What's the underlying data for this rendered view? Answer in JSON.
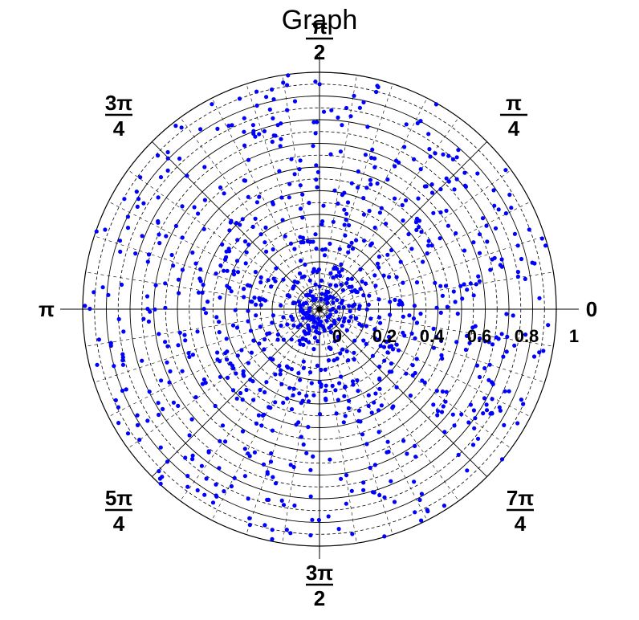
{
  "chart_data": {
    "type": "scatter",
    "coordinate_system": "polar",
    "title": "Graph",
    "radial_axis": {
      "range": [
        0,
        1
      ],
      "tick_labels": [
        "0",
        "0.2",
        "0.4",
        "0.6",
        "0.8",
        "1"
      ],
      "major_rings": [
        0.1,
        0.2,
        0.3,
        0.4,
        0.5,
        0.6,
        0.7,
        0.8,
        0.9,
        1.0
      ],
      "minor_rings_dashed": true
    },
    "angular_axis": {
      "unit": "radians",
      "spokes": 8,
      "labels": [
        {
          "id": "a0",
          "num": "0",
          "den": ""
        },
        {
          "id": "a45",
          "num": "π",
          "den": "4"
        },
        {
          "id": "a90",
          "num": "π",
          "den": "2"
        },
        {
          "id": "a135",
          "num": "3π",
          "den": "4"
        },
        {
          "id": "a180",
          "num": "π",
          "den": ""
        },
        {
          "id": "a225",
          "num": "5π",
          "den": "4"
        },
        {
          "id": "a270",
          "num": "3π",
          "den": "2"
        },
        {
          "id": "a315",
          "num": "7π",
          "den": "4"
        }
      ]
    },
    "series": [
      {
        "marker": "filled-circle",
        "color": "#0000ff",
        "point_count": 1000,
        "distribution": "radius approximately uniform in [0.04, 1.0], angle uniform in [0, 2π)",
        "sample_points": [
          {
            "theta": 0.05,
            "r": 0.93
          },
          {
            "theta": 0.31,
            "r": 0.88
          },
          {
            "theta": 0.78,
            "r": 0.72
          },
          {
            "theta": 1.2,
            "r": 0.55
          },
          {
            "theta": 1.57,
            "r": 0.95
          },
          {
            "theta": 2.1,
            "r": 0.63
          },
          {
            "theta": 2.75,
            "r": 0.81
          },
          {
            "theta": 3.14,
            "r": 0.97
          },
          {
            "theta": 3.6,
            "r": 0.48
          },
          {
            "theta": 4.05,
            "r": 0.76
          },
          {
            "theta": 4.71,
            "r": 0.89
          },
          {
            "theta": 5.2,
            "r": 0.34
          },
          {
            "theta": 5.65,
            "r": 0.66
          },
          {
            "theta": 6.1,
            "r": 0.22
          }
        ]
      }
    ],
    "grid": true,
    "legend": "none"
  }
}
